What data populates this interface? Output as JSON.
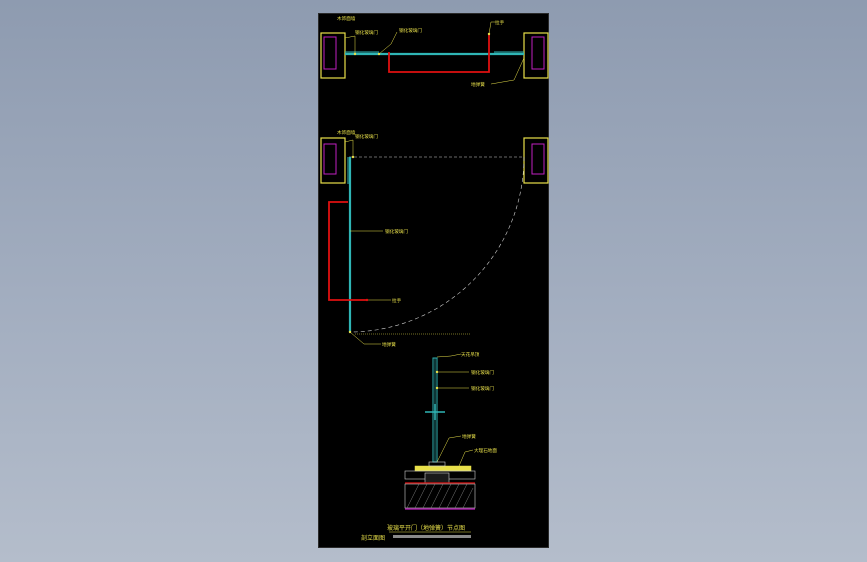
{
  "colors": {
    "background_top": "#8e9bb0",
    "sheet": "#000000",
    "frame": "#e8e04a",
    "glass": "#2fb5b5",
    "handle": "#e01010",
    "magenta": "#c020c0",
    "leader": "#e8e04a",
    "swing": "#d0d0d0"
  },
  "plan_closed": {
    "label_wall": "木饰面墙",
    "label_top": "钢化玻璃门",
    "label_handle": "拉手",
    "label_hinge": "地弹簧"
  },
  "plan_open": {
    "label_wall": "木饰面墙",
    "label_top": "钢化玻璃门",
    "label_mid": "钢化玻璃门",
    "label_handle": "拉手",
    "label_hinge": "地弹簧"
  },
  "section": {
    "label_ceiling": "天花吊顶",
    "label_glass1": "钢化玻璃门",
    "label_glass2": "钢化玻璃门",
    "label_hinge": "地弹簧",
    "label_floor": "大理石地面"
  },
  "footer": {
    "title": "玻璃平开门（地弹簧）节点图",
    "subtitle": "剖立面图"
  }
}
